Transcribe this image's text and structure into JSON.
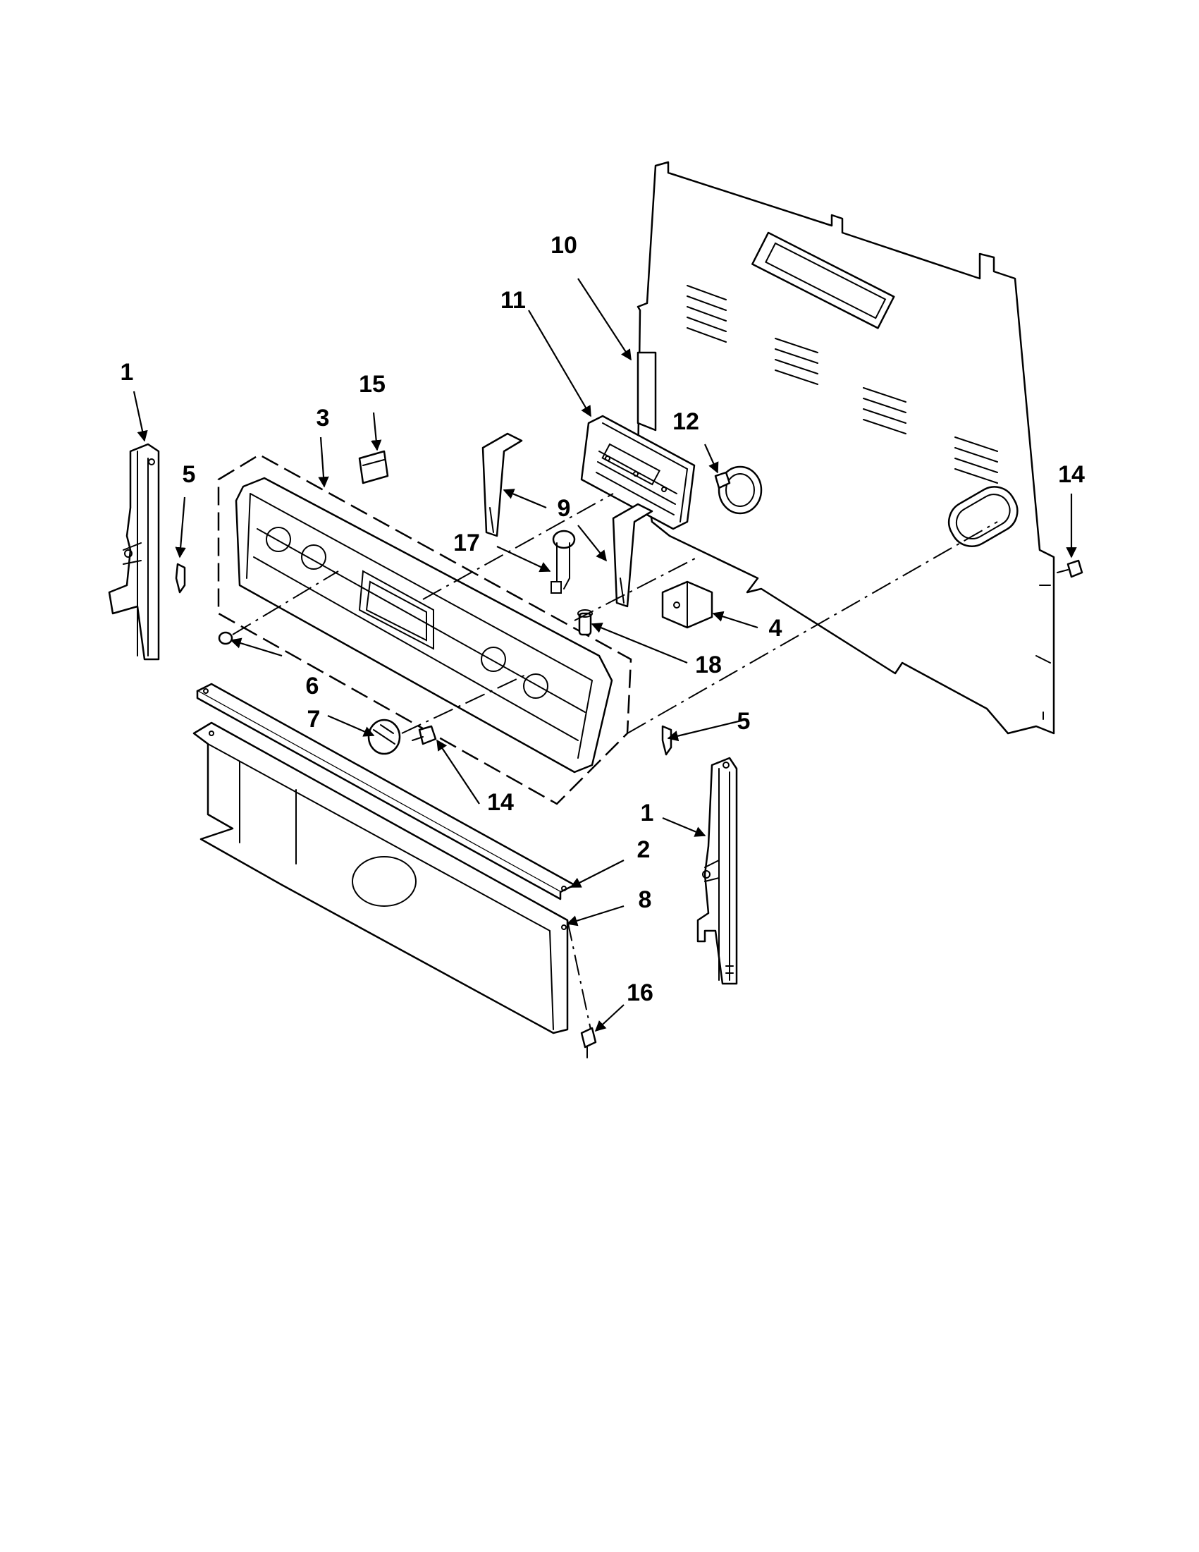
{
  "diagram": {
    "callouts": [
      {
        "id": "c1a",
        "label": "1"
      },
      {
        "id": "c1b",
        "label": "1"
      },
      {
        "id": "c2",
        "label": "2"
      },
      {
        "id": "c3",
        "label": "3"
      },
      {
        "id": "c4",
        "label": "4"
      },
      {
        "id": "c5a",
        "label": "5"
      },
      {
        "id": "c5b",
        "label": "5"
      },
      {
        "id": "c6",
        "label": "6"
      },
      {
        "id": "c7",
        "label": "7"
      },
      {
        "id": "c8",
        "label": "8"
      },
      {
        "id": "c9",
        "label": "9"
      },
      {
        "id": "c10",
        "label": "10"
      },
      {
        "id": "c11",
        "label": "11"
      },
      {
        "id": "c12",
        "label": "12"
      },
      {
        "id": "c14a",
        "label": "14"
      },
      {
        "id": "c14b",
        "label": "14"
      },
      {
        "id": "c15",
        "label": "15"
      },
      {
        "id": "c16",
        "label": "16"
      },
      {
        "id": "c17",
        "label": "17"
      },
      {
        "id": "c18",
        "label": "18"
      }
    ]
  }
}
